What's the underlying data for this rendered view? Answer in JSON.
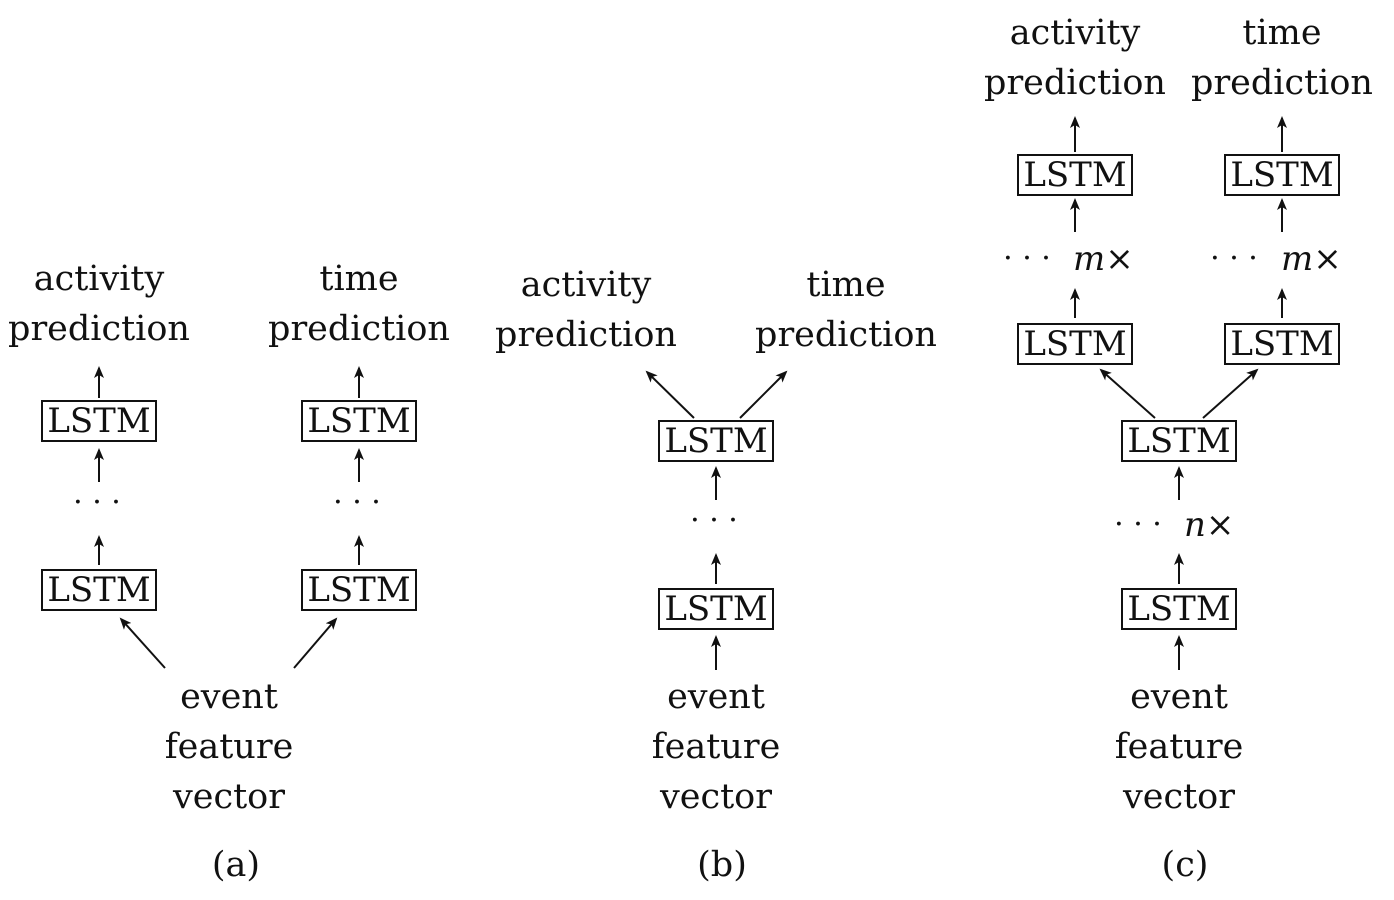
{
  "labels": {
    "activity": [
      "activity",
      "prediction"
    ],
    "time": [
      "time",
      "prediction"
    ],
    "input": [
      "event",
      "feature",
      "vector"
    ],
    "block": "LSTM",
    "ellipsis": "· · ·",
    "repeat_m": "m×",
    "repeat_n": "n×"
  },
  "captions": {
    "a": "(a)",
    "b": "(b)",
    "c": "(c)"
  },
  "colors": {
    "ink": "#111111",
    "background": "#ffffff"
  }
}
